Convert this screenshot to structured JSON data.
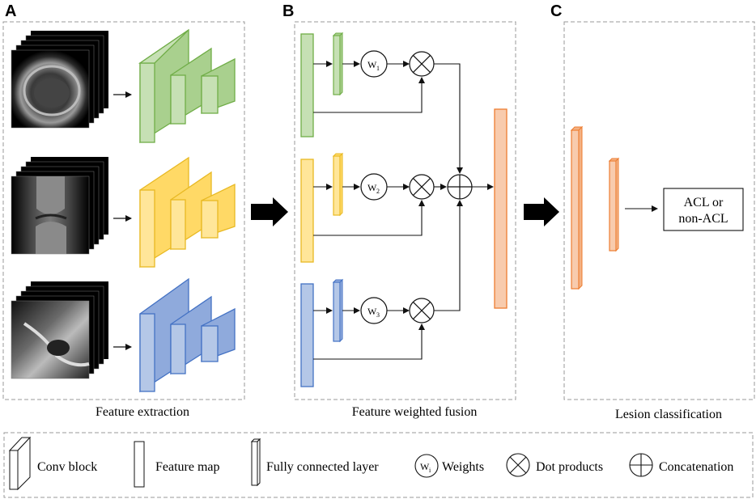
{
  "panels": {
    "a": {
      "letter": "A",
      "caption": "Feature extraction"
    },
    "b": {
      "letter": "B",
      "caption": "Feature weighted fusion"
    },
    "c": {
      "letter": "C",
      "caption": "Lesion classification"
    }
  },
  "weights": [
    {
      "main": "W",
      "sub": "1"
    },
    {
      "main": "W",
      "sub": "2"
    },
    {
      "main": "W",
      "sub": "3"
    }
  ],
  "output_box": {
    "line1": "ACL or",
    "line2": "non-ACL"
  },
  "legend": {
    "conv_block": "Conv block",
    "feature_map": "Feature map",
    "fc_layer": "Fully connected layer",
    "weights_symbol": {
      "main": "W",
      "sub": "i"
    },
    "weights": "Weights",
    "dot_products": "Dot products",
    "concatenation": "Concatenation"
  },
  "colors": {
    "green_fill": "#c6e0b4",
    "green_dark": "#a9d08e",
    "green_line": "#70ad47",
    "yellow_fill": "#ffe699",
    "yellow_dark": "#ffd966",
    "yellow_line": "#e8b923",
    "blue_fill": "#b4c7e7",
    "blue_dark": "#8faadc",
    "blue_line": "#4472c4",
    "orange_fill": "#f8cbad",
    "orange_dark": "#f4b183",
    "orange_line": "#ed7d31"
  }
}
